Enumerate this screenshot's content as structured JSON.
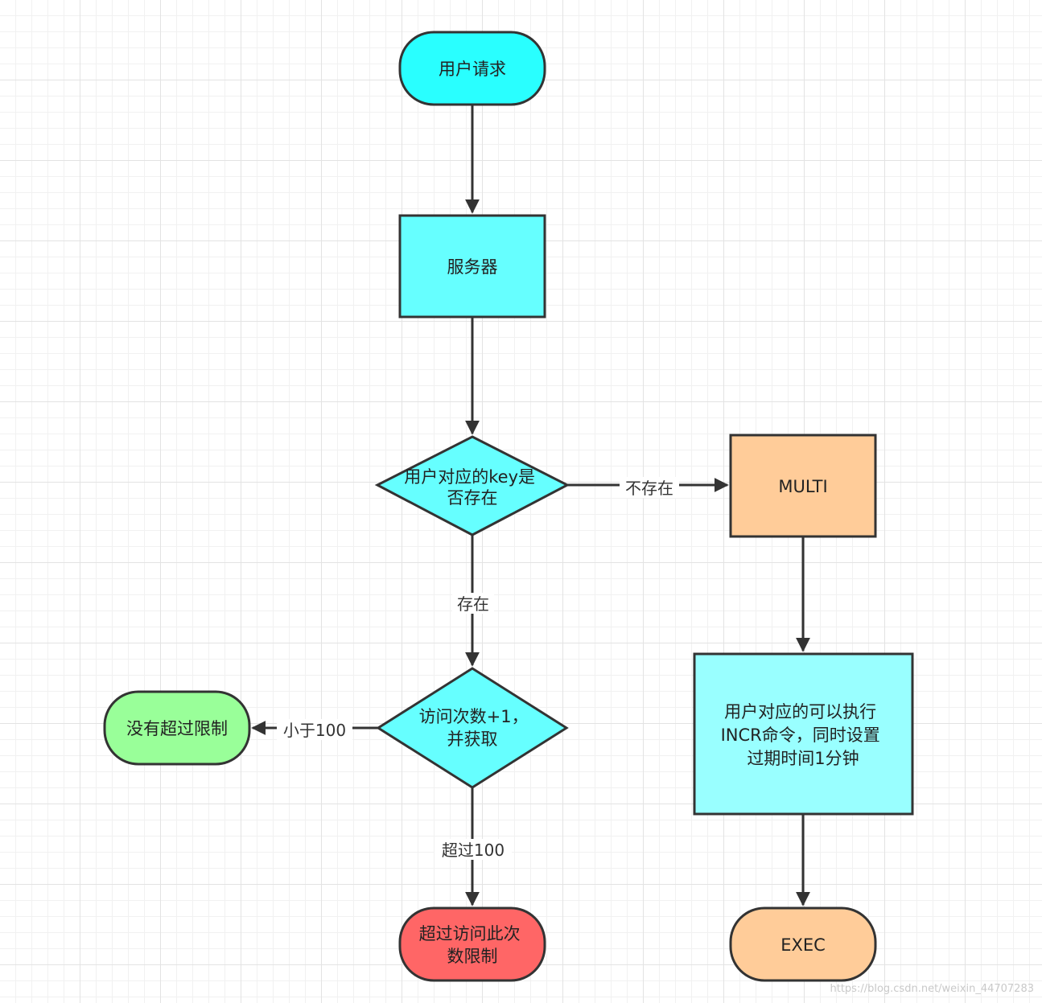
{
  "colors": {
    "cyan_bright": "#29ffff",
    "cyan": "#66ffff",
    "cyan_light": "#99ffff",
    "orange": "#ffcc99",
    "green": "#99ff99",
    "red": "#ff6666",
    "stroke": "#333333"
  },
  "nodes": {
    "user_request": "用户请求",
    "server": "服务器",
    "key_exists": [
      "用户对应的key是",
      "否存在"
    ],
    "multi": "MULTI",
    "visit_incr": [
      "访问次数+1，",
      "并获取"
    ],
    "incr_cmd": [
      "用户对应的可以执行",
      "INCR命令，同时设置",
      "过期时间1分钟"
    ],
    "no_limit": "没有超过限制",
    "exceeded": [
      "超过访问此次",
      "数限制"
    ],
    "exec": "EXEC"
  },
  "edges": {
    "not_exists": "不存在",
    "exists": "存在",
    "less_100": "小于100",
    "over_100": "超过100"
  },
  "watermark": "https://blog.csdn.net/weixin_44707283"
}
